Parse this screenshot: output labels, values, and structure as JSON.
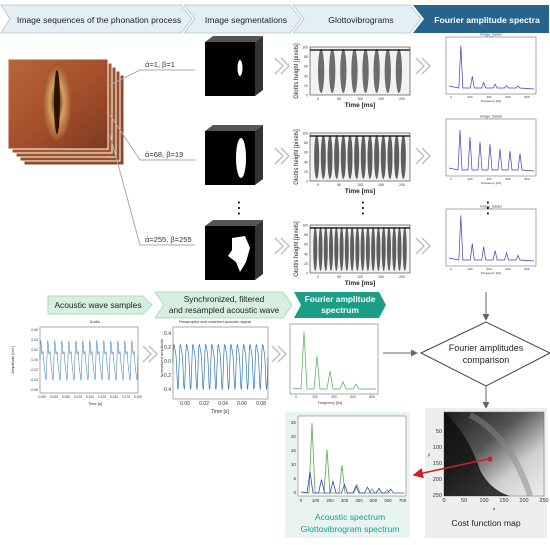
{
  "header": {
    "steps": [
      "Image sequences of the phonation process",
      "Image segmentations",
      "Glottovibrograms",
      "Fourier amplitude spectra"
    ]
  },
  "sequences": {
    "rows": [
      {
        "params": "ά=1, β=1"
      },
      {
        "params": "ά=68, β=19"
      },
      {
        "params": "ά=255, β=255"
      }
    ]
  },
  "glottovibrogram": {
    "ylabel": "Glottis height [pixels]",
    "xlabel": "Time [ms]",
    "x_ticks": [
      "0",
      "50",
      "100",
      "150",
      "200"
    ],
    "y_ticks": [
      "0",
      "20",
      "40",
      "60",
      "80",
      "100"
    ]
  },
  "spectrum_small": {
    "title": "Image_based",
    "xlabel": "Frequency [Hz]",
    "x_ticks": [
      "0",
      "200",
      "400",
      "600",
      "800"
    ]
  },
  "acoustic_row": {
    "labels": {
      "samples": "Acoustic wave samples",
      "synced_line1": "Synchronized, filtered",
      "synced_line2": "and resampled acoustic wave",
      "fourier_line1": "Fourier amplitude",
      "fourier_line2": "spectrum"
    },
    "audio_plot": {
      "title": "Audio",
      "ylabel": "Amplitude [mV]",
      "xlabel": "Time [s]",
      "x_ticks": [
        "0.000",
        "0.025",
        "0.050",
        "0.075",
        "0.100",
        "0.125",
        "0.150",
        "0.175",
        "0.200"
      ],
      "y_ticks": [
        "0.06",
        "0.04",
        "0.02",
        "0.00",
        "-0.02",
        "-0.04",
        "-0.06"
      ]
    },
    "resampled_plot": {
      "title": "Resampled and matched acoustic signal",
      "ylabel": "Normalized amplitude",
      "xlabel": "Time [s]",
      "x_ticks": [
        "0.00",
        "0.02",
        "0.04",
        "0.06",
        "0.08"
      ],
      "y_ticks": [
        "0.4",
        "0.2",
        "0.0",
        "-0.2",
        "-0.4"
      ]
    },
    "acoustic_spectrum_plot": {
      "xlabel": "Frequency [Hz]",
      "x_ticks": [
        "0",
        "200",
        "400",
        "600",
        "800"
      ]
    }
  },
  "comparison": {
    "line1": "Fourier amplitudes",
    "line2": "comparison"
  },
  "combined_spectrum": {
    "x_ticks": [
      "0",
      "100",
      "200",
      "300",
      "400",
      "500",
      "600",
      "700"
    ],
    "y_ticks": [
      "0",
      "5",
      "10",
      "15",
      "20",
      "25"
    ],
    "legend_line1": "Acoustic spectrum",
    "legend_line2": "Glottovibrogram spectrum"
  },
  "cost_map": {
    "label": "Cost function map",
    "x_ticks": [
      "0",
      "50",
      "100",
      "150",
      "200",
      "250"
    ],
    "y_ticks": [
      "50",
      "100",
      "150",
      "200",
      "250"
    ],
    "xlabel": "ά",
    "ylabel": "β"
  },
  "colors": {
    "header_light": "#e4eff5",
    "header_dark": "#26648e",
    "green_box": "#d7efe0",
    "teal_box": "#1b9e86",
    "acoustic_green": "#4caf50",
    "glotto_blue": "#3d3dcc",
    "audio_blue": "#2e78b5",
    "arrow_red": "#cc2222",
    "text_dark": "#222222"
  }
}
